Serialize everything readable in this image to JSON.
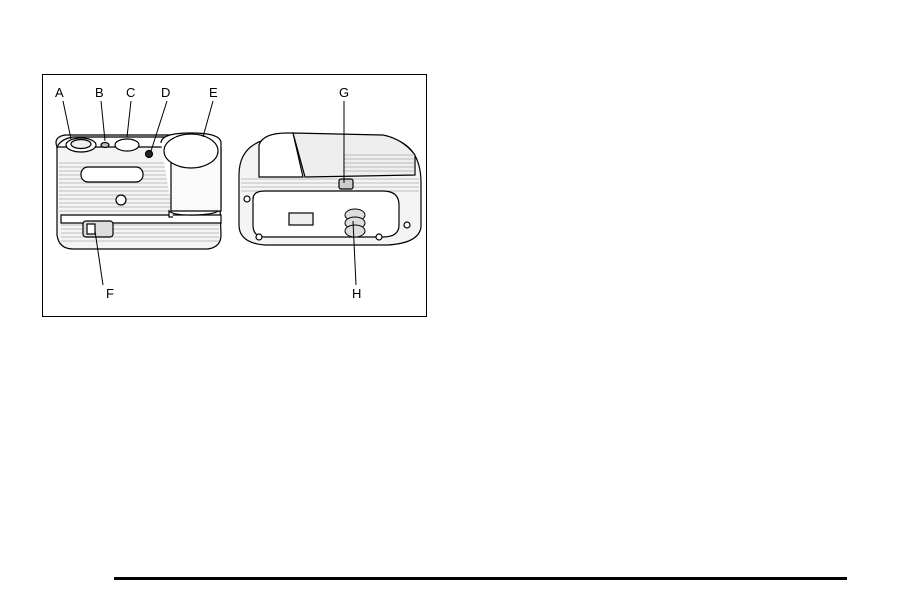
{
  "figure": {
    "callouts": {
      "a": "A",
      "b": "B",
      "c": "C",
      "d": "D",
      "e": "E",
      "f": "F",
      "g": "G",
      "h": "H"
    }
  }
}
